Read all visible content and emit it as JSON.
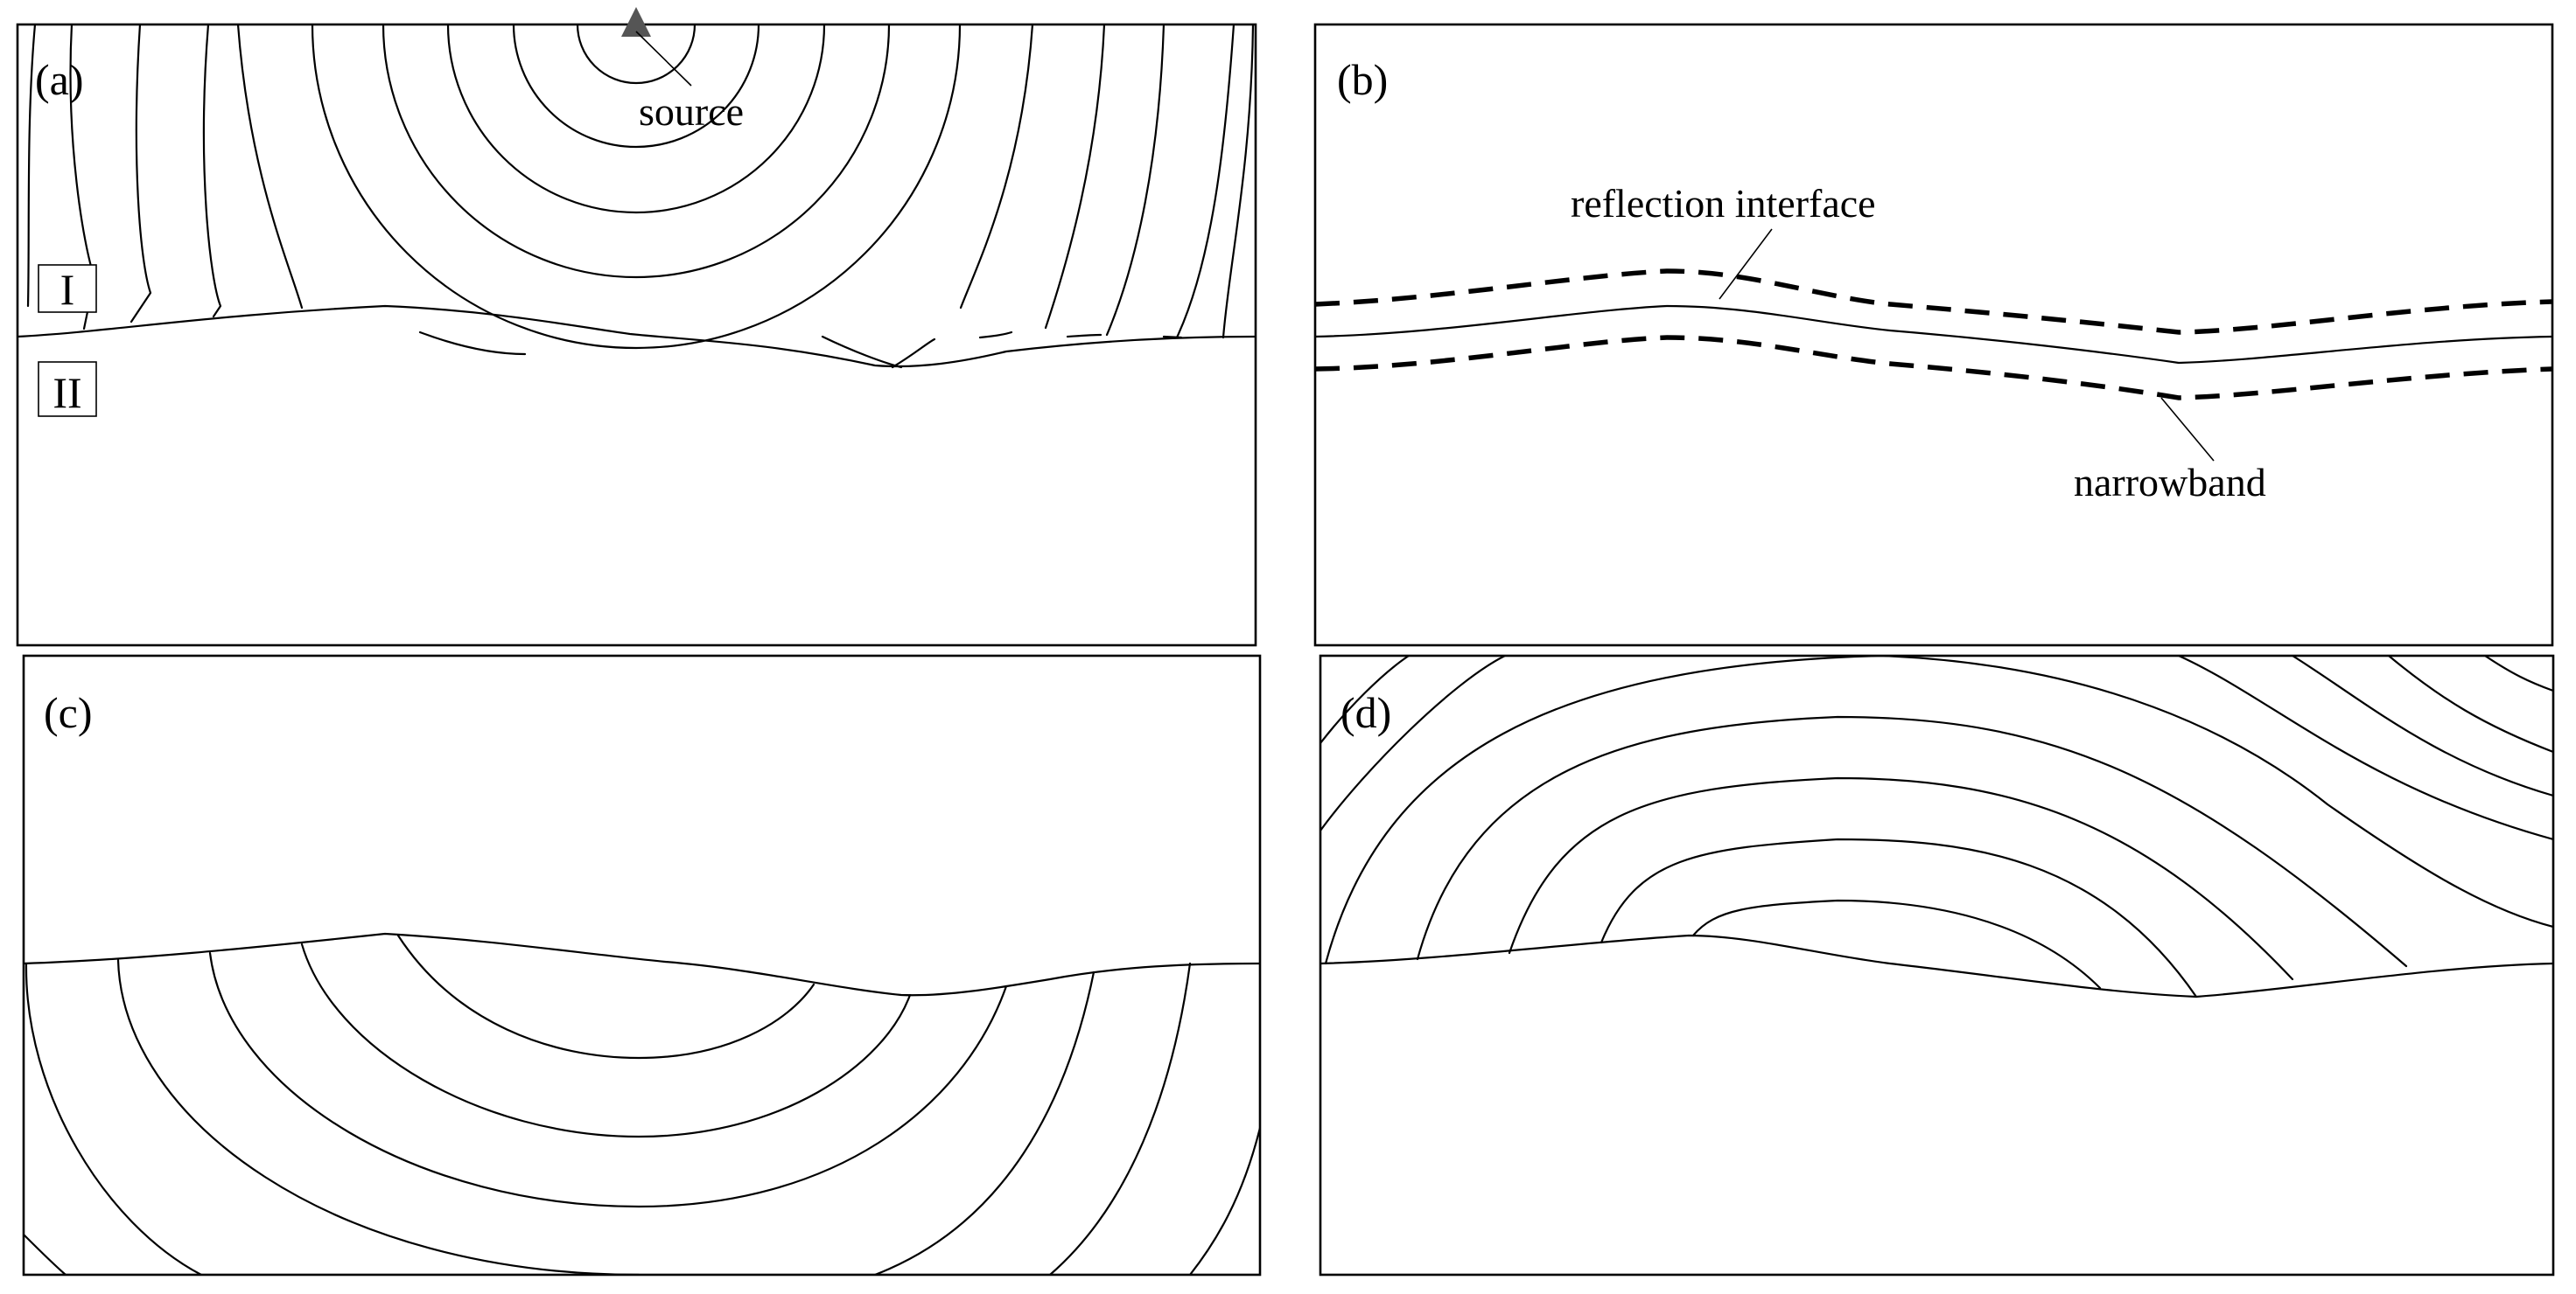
{
  "panels": {
    "a": {
      "label": "(a)",
      "source_label": "source",
      "layer_top": "I",
      "layer_bottom": "II"
    },
    "b": {
      "label": "(b)",
      "interface_label": "reflection interface",
      "band_label": "narrowband"
    },
    "c": {
      "label": "(c)"
    },
    "d": {
      "label": "(d)"
    }
  },
  "colors": {
    "ink": "#000000",
    "background": "#ffffff",
    "source_marker": "#555555"
  }
}
